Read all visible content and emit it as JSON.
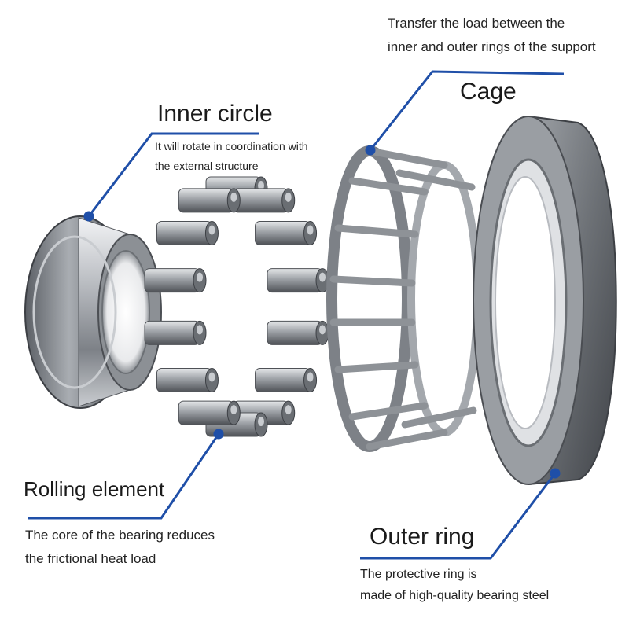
{
  "colors": {
    "callout": "#1f4fa8",
    "steel_dark": "#4a4d52",
    "steel_mid": "#8e9297",
    "steel_light": "#d6d8db"
  },
  "labels": {
    "inner_circle": {
      "title": "Inner circle",
      "lines": [
        "It will rotate in coordination with",
        "the external structure"
      ]
    },
    "cage": {
      "title": "Cage",
      "lines": [
        "Transfer the load between the",
        "inner and outer rings of the support"
      ]
    },
    "rolling_element": {
      "title": "Rolling element",
      "lines": [
        "The core of the bearing reduces",
        "the frictional heat load"
      ]
    },
    "outer_ring": {
      "title": "Outer ring",
      "lines": [
        "The protective ring is",
        "made of high-quality bearing steel"
      ]
    }
  },
  "icons": {
    "inner_ring": "inner-ring-illustration",
    "rollers": "rolling-elements-illustration",
    "cage": "cage-illustration",
    "outer_ring": "outer-ring-illustration"
  }
}
